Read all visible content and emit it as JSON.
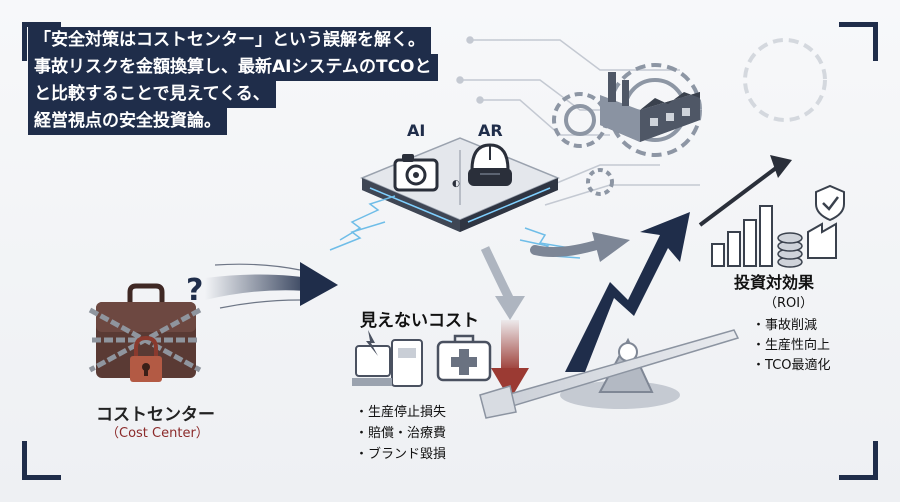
{
  "headline": {
    "lines": [
      "「安全対策はコストセンター」という誤解を解く。",
      "事故リスクを金額換算し、最新AIシステムのTCOと",
      "と比較することで見えてくる、",
      "経営視点の安全投資論。"
    ]
  },
  "device": {
    "ai_label": "AI",
    "ar_label": "AR"
  },
  "cost_center": {
    "title": "コストセンター",
    "subtitle": "（Cost Center）",
    "question_mark": "?"
  },
  "hidden_cost": {
    "title": "見えないコスト",
    "items": [
      "生産停止損失",
      "賠償・治療費",
      "ブランド毀損"
    ]
  },
  "roi": {
    "title": "投資対効果",
    "subtitle": "（ROI）",
    "items": [
      "事故削減",
      "生産性向上",
      "TCO最適化"
    ]
  },
  "colors": {
    "navy": "#1f2d4a",
    "brown": "#5a3a34",
    "red_arrow": "#9b3a33"
  },
  "icons": [
    "camera-icon",
    "vr-headset-icon",
    "briefcase-icon",
    "padlock-icon",
    "factory-icon",
    "gear-icon",
    "machine-accident-icon",
    "first-aid-icon",
    "bar-chart-icon",
    "shield-check-icon",
    "seesaw-icon"
  ]
}
